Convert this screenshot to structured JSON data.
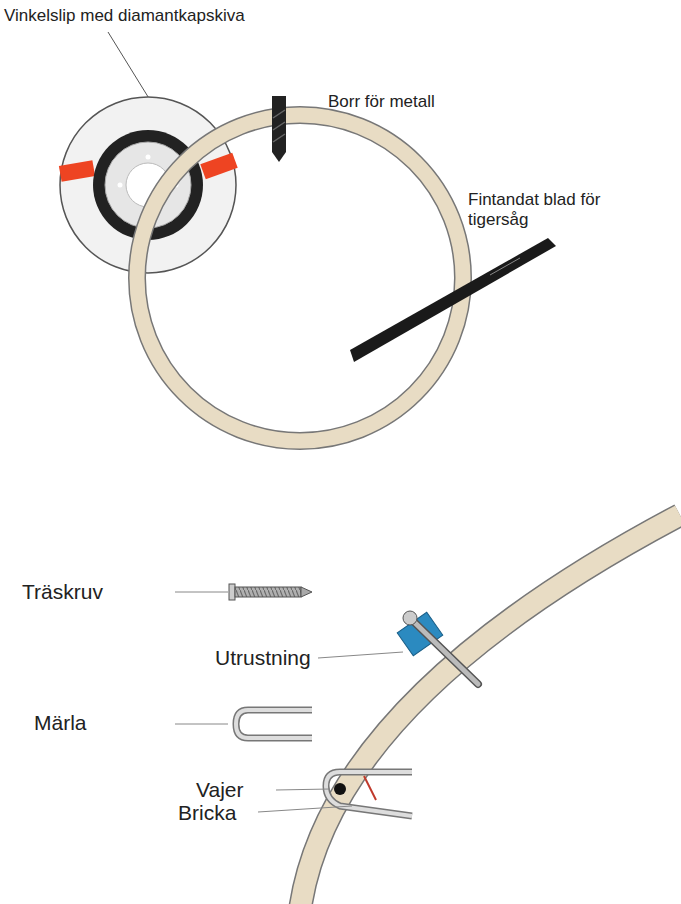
{
  "diagram": {
    "labels": [
      "Vinkelslip med diamantkapskiva",
      "Borr för metall",
      "Fintandat blad för tigersåg",
      "Träskruv",
      "Utrustning",
      "Märla",
      "Vajer",
      "Bricka"
    ]
  }
}
